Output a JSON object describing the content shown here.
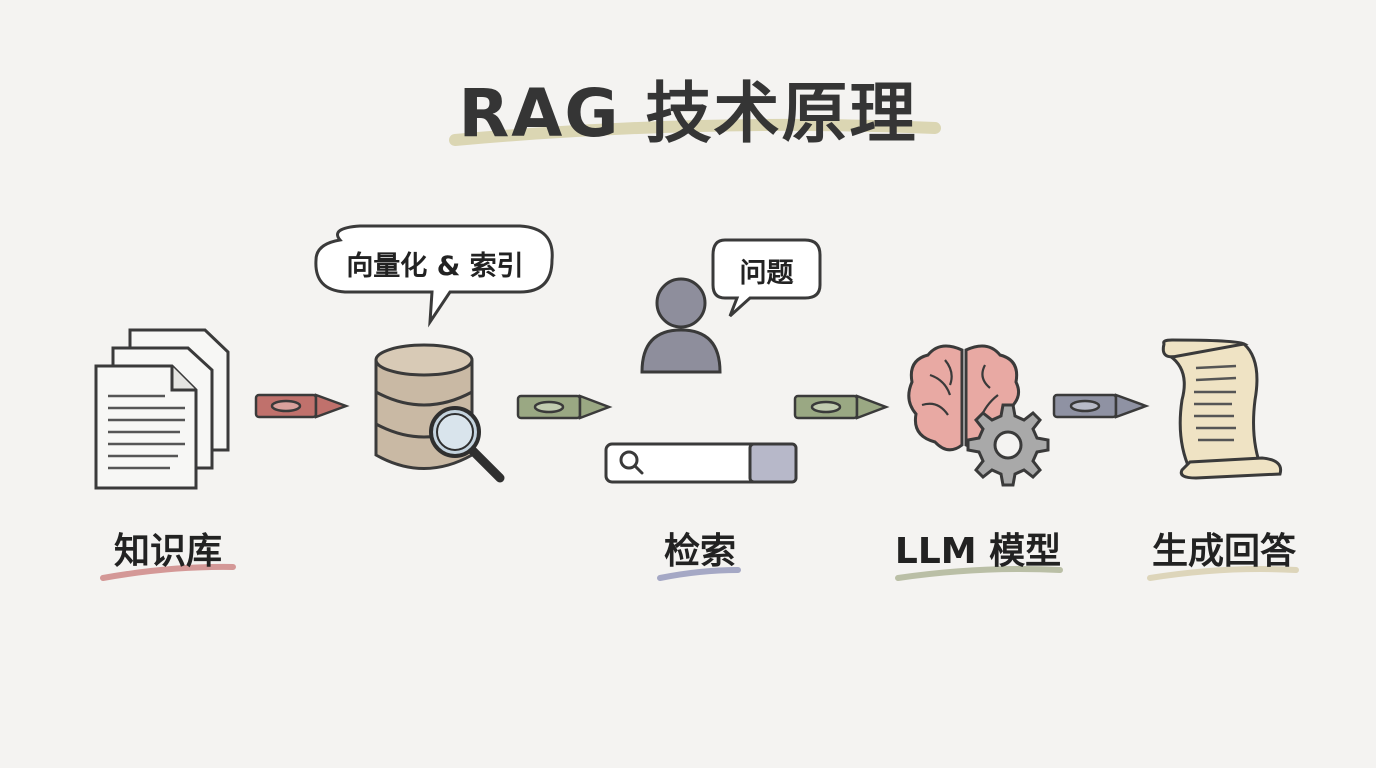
{
  "title": "RAG 技术原理",
  "nodes": {
    "knowledge_base": {
      "label": "知识库",
      "underline": "#c97a78"
    },
    "vectorize": {
      "bubble": "向量化 & 索引"
    },
    "retrieval": {
      "label": "检索",
      "bubble": "问题",
      "underline": "#8b8fb5"
    },
    "llm": {
      "label": "LLM 模型",
      "underline": "#a7ad8c"
    },
    "answer": {
      "label": "生成回答",
      "underline": "#d8cfb0"
    }
  },
  "colors": {
    "title_underline": "#d6d0a8",
    "crayon_red": "#c0716c",
    "crayon_green": "#9aa883",
    "crayon_gray": "#8f92a3",
    "database": "#c9b9a4",
    "brain": "#e8a9a3",
    "scroll": "#efe3c4",
    "person": "#8e8e9c"
  },
  "icons": [
    "documents-icon",
    "database-icon",
    "magnifier-icon",
    "person-icon",
    "search-bar-icon",
    "brain-icon",
    "gear-icon",
    "scroll-icon",
    "crayon-arrow-icon"
  ]
}
